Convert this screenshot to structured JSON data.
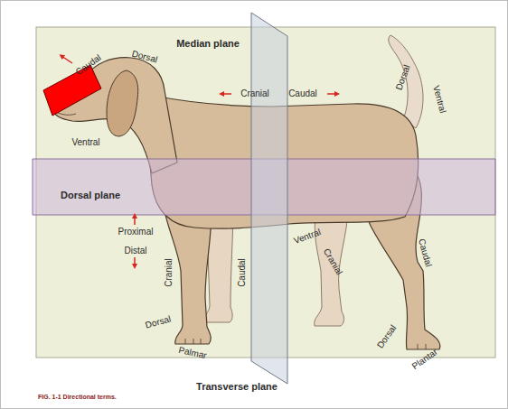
{
  "diagram": {
    "caption": "FIG. 1-1 Directional terms.",
    "labels": [
      "Median plane",
      "Caudal",
      "Dorsal",
      "Cranial",
      "Caudal",
      "Dorsal",
      "Ventral",
      "Ventral",
      "Dorsal plane",
      "Proximal",
      "Distal",
      "Ventral",
      "Cranial",
      "Caudal",
      "Cranial",
      "Caudal",
      "Dorsal",
      "Palmar",
      "Dorsal",
      "Plantar",
      "Transverse plane"
    ]
  }
}
